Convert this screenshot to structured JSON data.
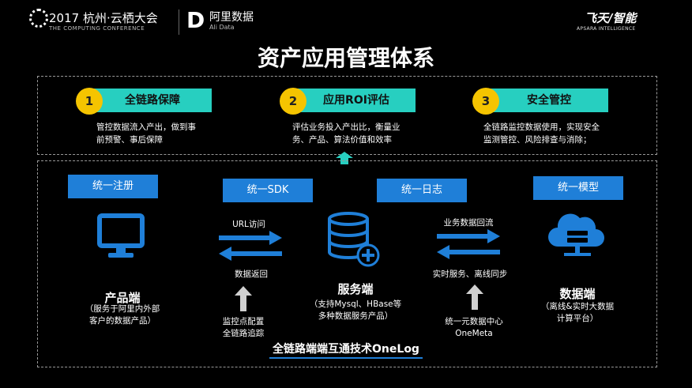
{
  "header": {
    "year_title": "2017 杭州·云栖大会",
    "conference": "THE COMPUTING CONFERENCE",
    "ali_name": "阿里数据",
    "ali_sub": "Ali Data",
    "brand": "飞天/智能",
    "brand_sub": "APSARA INTELLIGENCE"
  },
  "title": "资产应用管理体系",
  "top_items": [
    {
      "num": "1",
      "label": "全链路保障",
      "desc_line1": "管控数据流入产出，做到事",
      "desc_line2": "前预警、事后保障"
    },
    {
      "num": "2",
      "label": "应用ROI评估",
      "desc_line1": "评估业务投入产出比，衡量业",
      "desc_line2": "务、产品、算法价值和效率"
    },
    {
      "num": "3",
      "label": "安全管控",
      "desc_line1": "全链路监控数据使用，实现安全",
      "desc_line2": "监测管控、风险排查与消除；"
    }
  ],
  "buttons": {
    "register": "统一注册",
    "sdk": "统一SDK",
    "log": "统一日志",
    "model": "统一模型"
  },
  "left_flow": {
    "top": "URL访问",
    "bottom": "数据返回",
    "below_line1": "监控点配置",
    "below_line2": "全链路追踪"
  },
  "right_flow": {
    "top": "业务数据回流",
    "bottom": "实时服务、离线同步",
    "below_line1": "统一元数据中心",
    "below_line2": "OneMeta"
  },
  "nodes": {
    "product_title": "产品端",
    "product_desc1": "（服务于阿里内外部",
    "product_desc2": "客户的数据产品）",
    "service_title": "服务端",
    "service_desc1": "（支持Mysql、HBase等",
    "service_desc2": "多种数据服务产品）",
    "data_title": "数据端",
    "data_desc1": "（离线&实时大数据",
    "data_desc2": "计算平台）"
  },
  "footer": "全链路端端互通技术OneLog",
  "colors": {
    "accent_teal": "#27cfc0",
    "accent_yellow": "#f5c400",
    "accent_blue": "#1f7fd8"
  }
}
